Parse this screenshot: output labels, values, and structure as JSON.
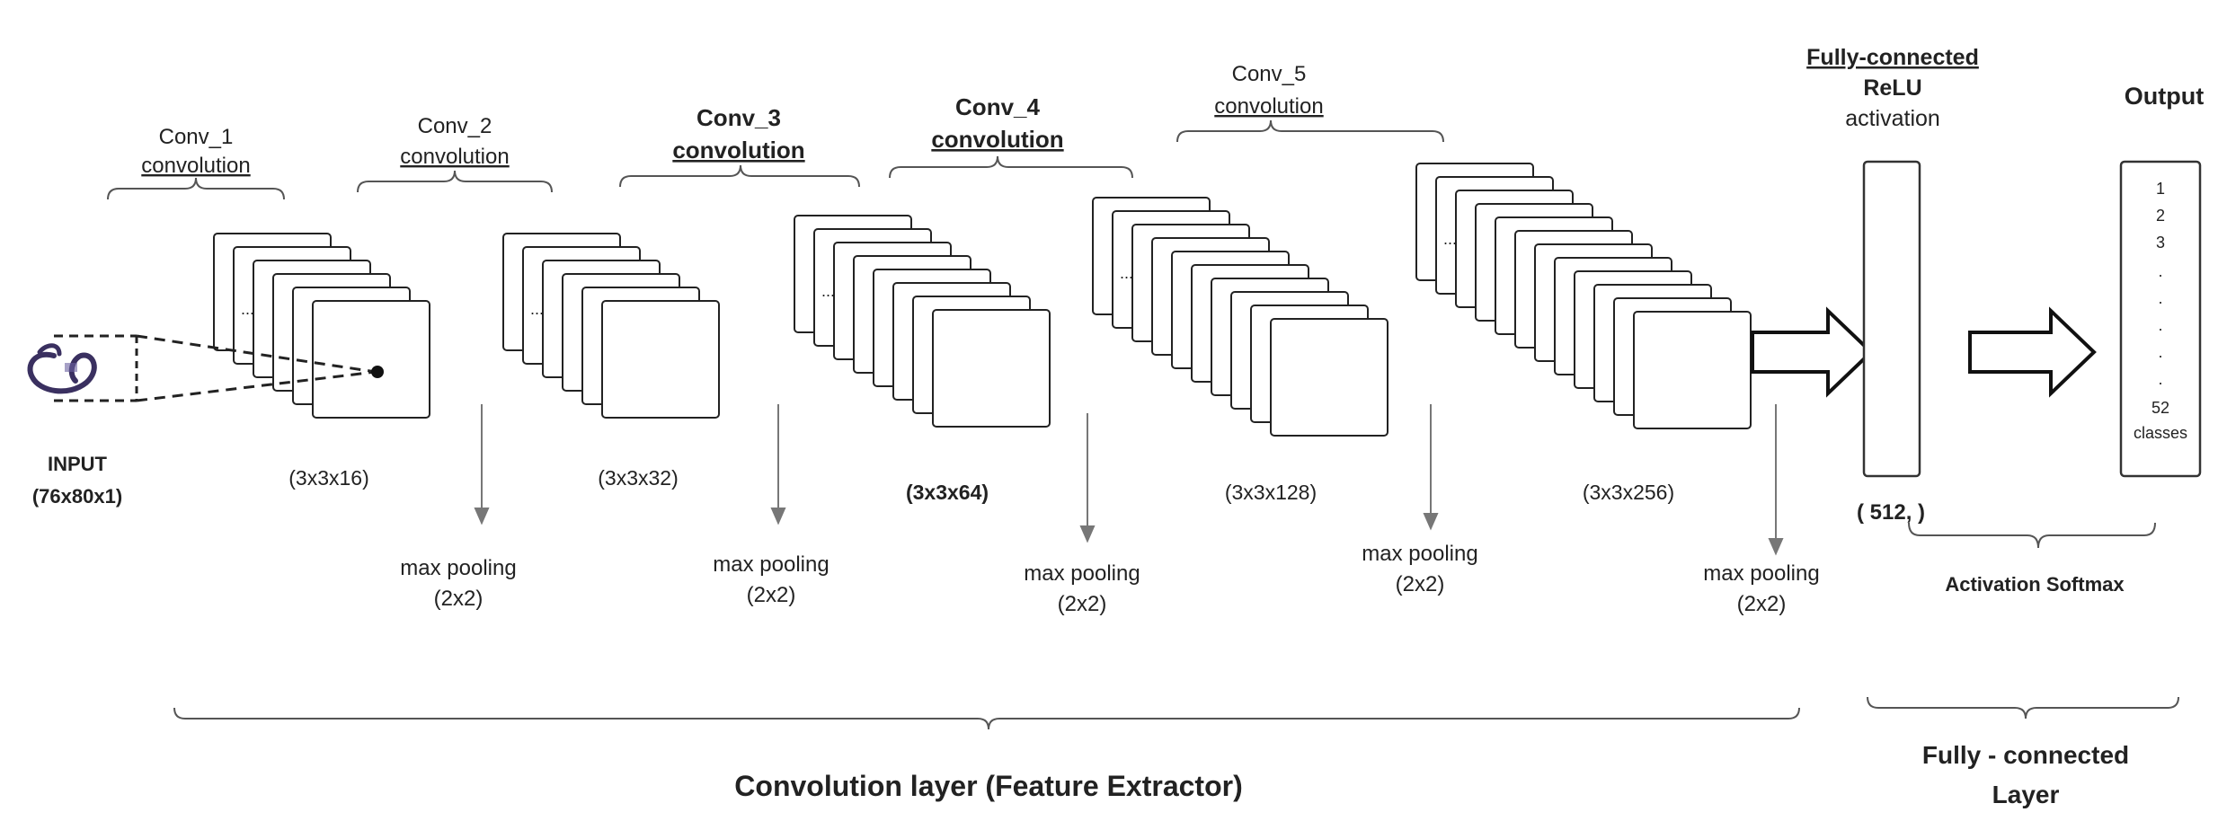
{
  "input": {
    "label": "INPUT",
    "dims": "(76x80x1)"
  },
  "conv_blocks": [
    {
      "name": "Conv_1",
      "type": "convolution",
      "filter": "(3x3x16)",
      "pool_label": "max pooling",
      "pool_size": "(2x2)",
      "maps": 6
    },
    {
      "name": "Conv_2",
      "type": "convolution",
      "filter": "(3x3x32)",
      "pool_label": "max pooling",
      "pool_size": "(2x2)",
      "maps": 6
    },
    {
      "name": "Conv_3",
      "type": "convolution",
      "filter": "(3x3x64)",
      "pool_label": "max pooling",
      "pool_size": "(2x2)",
      "maps": 8
    },
    {
      "name": "Conv_4",
      "type": "convolution",
      "filter": "(3x3x128)",
      "pool_label": "max pooling",
      "pool_size": "(2x2)",
      "maps": 10
    },
    {
      "name": "Conv_5",
      "type": "convolution",
      "filter": "(3x3x256)",
      "pool_label": "max pooling",
      "pool_size": "(2x2)",
      "maps": 12
    }
  ],
  "dots": "...",
  "fully_connected": {
    "title": "Fully-connected",
    "activation_line1": "ReLU",
    "activation_line2": "activation",
    "size": "( 512, )"
  },
  "output": {
    "title": "Output",
    "items": [
      "1",
      "2",
      "3",
      ".",
      ".",
      ".",
      ".",
      ".",
      "52",
      "classes"
    ]
  },
  "activation_softmax": "Activation Softmax",
  "bottom": {
    "feature_extractor": "Convolution layer (Feature Extractor)",
    "fc_layer_line1": "Fully - connected",
    "fc_layer_line2": "Layer"
  }
}
